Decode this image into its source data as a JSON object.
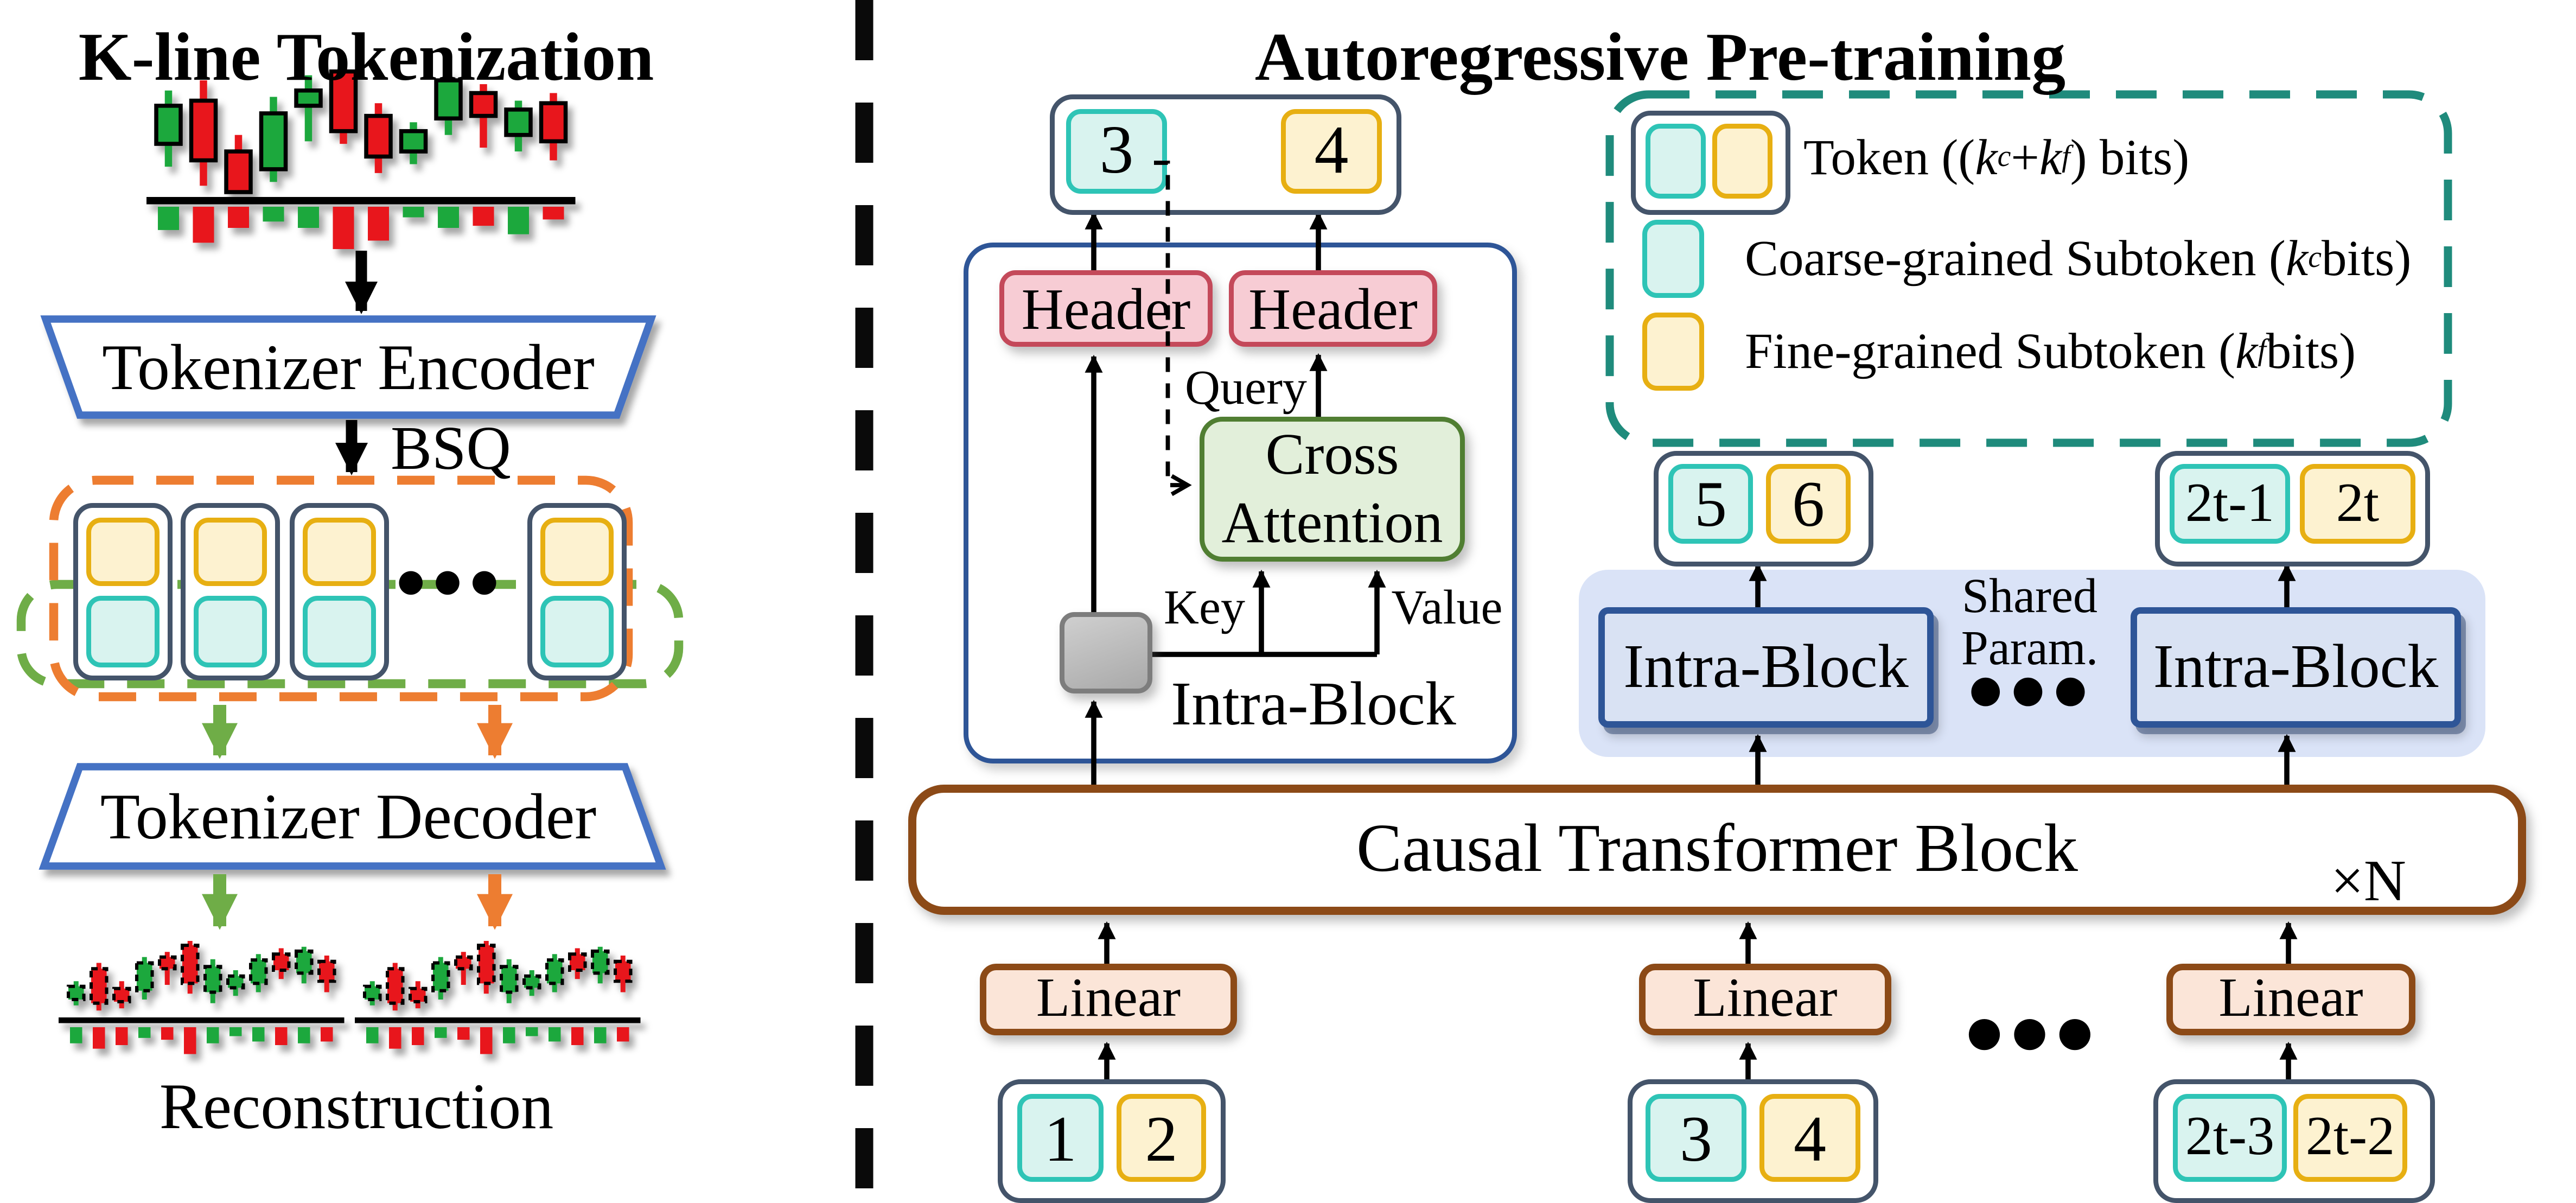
{
  "left_panel": {
    "title": "K-line Tokenization",
    "encoder_label": "Tokenizer Encoder",
    "bsq_label": "BSQ",
    "cluster_ellipsis": "●●●",
    "decoder_label": "Tokenizer Decoder",
    "reconstruction_label": "Reconstruction"
  },
  "right_panel": {
    "title": "Autoregressive Pre-training",
    "top_token": {
      "coarse": "3",
      "fine": "4"
    },
    "headers": [
      "Header",
      "Header"
    ],
    "cross_attention_lines": [
      "Cross",
      "Attention"
    ],
    "query_label": "Query",
    "key_label": "Key",
    "value_label": "Value",
    "intra_block_label": "Intra-Block",
    "shared_param_lines": [
      "Shared",
      "Param."
    ],
    "band_ellipsis": "●●●",
    "mid_tokens": [
      {
        "coarse": "5",
        "fine": "6"
      },
      {
        "coarse": "2t-1",
        "fine": "2t"
      }
    ],
    "causal_label": "Causal Transformer Block",
    "repeat_label": "×N",
    "linear_label": "Linear",
    "linear_ellipsis": "●●●",
    "bottom_tokens": [
      {
        "coarse": "1",
        "fine": "2"
      },
      {
        "coarse": "3",
        "fine": "4"
      },
      {
        "coarse": "2t-3",
        "fine": "2t-2"
      }
    ]
  },
  "legend": {
    "items": [
      {
        "icon": "token-pair",
        "segments": [
          {
            "t": "Token (("
          },
          {
            "t": "k",
            "i": 1
          },
          {
            "t": "c",
            "s": 1
          },
          {
            "t": " + "
          },
          {
            "t": "k",
            "i": 1
          },
          {
            "t": "f",
            "s": 1
          },
          {
            "t": ") bits)"
          }
        ]
      },
      {
        "icon": "coarse-subtoken",
        "segments": [
          {
            "t": "Coarse-grained Subtoken ("
          },
          {
            "t": "k",
            "i": 1
          },
          {
            "t": "c",
            "s": 1
          },
          {
            "t": " bits)"
          }
        ]
      },
      {
        "icon": "fine-subtoken",
        "segments": [
          {
            "t": "Fine-grained Subtoken ("
          },
          {
            "t": "k",
            "i": 1
          },
          {
            "t": "f",
            "s": 1
          },
          {
            "t": " bits)"
          }
        ]
      }
    ]
  },
  "colors": {
    "accent_navy": "#44546a",
    "subtoken_coarse_fill": "#d9f3ef",
    "subtoken_coarse_border": "#2ec4b6",
    "subtoken_fine_fill": "#fdf2d0",
    "subtoken_fine_border": "#e7af12",
    "header_fill": "#f7ccd4",
    "header_border": "#c4495a",
    "cross_fill": "#e2efda",
    "cross_border": "#507e32",
    "intra_border": "#2e5597",
    "band_fill": "#dae3f7",
    "intra_fill": "#d9e2f3",
    "brown": "#8c4a17",
    "linear_fill": "#fbe5d8",
    "arrow_green": "#6fad47",
    "arrow_orange": "#ed7d31",
    "legend_teal": "#1f8b7c",
    "trapezoid_border": "#4472c4",
    "candle_up": "#1fa83c",
    "candle_down": "#e8141c",
    "gray_fill": "#bdbdbd",
    "gray_border": "#7d7d7d"
  },
  "chart_data": {
    "type": "candlestick",
    "description": "Decorative K-line (OHLC) charts with volume bars below a baseline; green = up candle, red = down candle. Values are relative (0 = top of price area, 100 = baseline; vol = fraction of max volume height).",
    "main_chart": {
      "candles": [
        {
          "d": "g",
          "w": [
            20,
            80
          ],
          "b": [
            32,
            62
          ],
          "v": 0.55
        },
        {
          "d": "r",
          "w": [
            12,
            95
          ],
          "b": [
            28,
            75
          ],
          "v": 0.85
        },
        {
          "d": "r",
          "w": [
            55,
            100
          ],
          "b": [
            68,
            100
          ],
          "v": 0.5
        },
        {
          "d": "g",
          "w": [
            25,
            92
          ],
          "b": [
            38,
            82
          ],
          "v": 0.35
        },
        {
          "d": "g",
          "w": [
            8,
            60
          ],
          "b": [
            20,
            32
          ],
          "v": 0.5
        },
        {
          "d": "r",
          "w": [
            0,
            62
          ],
          "b": [
            5,
            52
          ],
          "v": 1.0
        },
        {
          "d": "r",
          "w": [
            30,
            85
          ],
          "b": [
            40,
            72
          ],
          "v": 0.8
        },
        {
          "d": "g",
          "w": [
            45,
            78
          ],
          "b": [
            52,
            68
          ],
          "v": 0.25
        },
        {
          "d": "g",
          "w": [
            5,
            55
          ],
          "b": [
            12,
            42
          ],
          "v": 0.5
        },
        {
          "d": "r",
          "w": [
            15,
            65
          ],
          "b": [
            22,
            40
          ],
          "v": 0.45
        },
        {
          "d": "g",
          "w": [
            28,
            68
          ],
          "b": [
            35,
            55
          ],
          "v": 0.65
        },
        {
          "d": "r",
          "w": [
            22,
            75
          ],
          "b": [
            30,
            60
          ],
          "v": 0.3
        }
      ]
    },
    "reconstruction_charts": {
      "note": "two similar reconstructed charts drawn with dashed candle outlines",
      "candles": [
        {
          "d": "g",
          "w": [
            55,
            88
          ],
          "b": [
            62,
            80
          ],
          "v": 0.45
        },
        {
          "d": "r",
          "w": [
            30,
            95
          ],
          "b": [
            38,
            85
          ],
          "v": 0.6
        },
        {
          "d": "r",
          "w": [
            55,
            92
          ],
          "b": [
            65,
            83
          ],
          "v": 0.5
        },
        {
          "d": "g",
          "w": [
            22,
            80
          ],
          "b": [
            30,
            68
          ],
          "v": 0.3
        },
        {
          "d": "r",
          "w": [
            15,
            60
          ],
          "b": [
            22,
            38
          ],
          "v": 0.35
        },
        {
          "d": "r",
          "w": [
            0,
            72
          ],
          "b": [
            6,
            58
          ],
          "v": 0.75
        },
        {
          "d": "g",
          "w": [
            25,
            85
          ],
          "b": [
            35,
            70
          ],
          "v": 0.45
        },
        {
          "d": "g",
          "w": [
            40,
            75
          ],
          "b": [
            48,
            64
          ],
          "v": 0.25
        },
        {
          "d": "g",
          "w": [
            18,
            70
          ],
          "b": [
            26,
            58
          ],
          "v": 0.4
        },
        {
          "d": "r",
          "w": [
            10,
            52
          ],
          "b": [
            18,
            40
          ],
          "v": 0.5
        },
        {
          "d": "g",
          "w": [
            8,
            58
          ],
          "b": [
            14,
            44
          ],
          "v": 0.45
        },
        {
          "d": "r",
          "w": [
            20,
            70
          ],
          "b": [
            28,
            55
          ],
          "v": 0.4
        }
      ]
    }
  }
}
